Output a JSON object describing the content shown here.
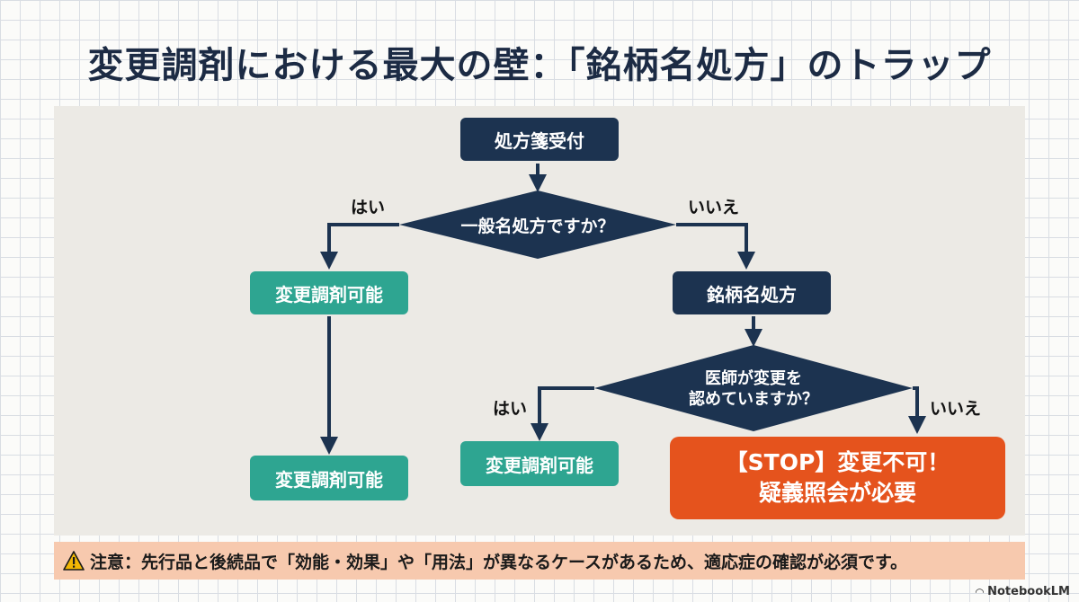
{
  "title": "変更調剤における最大の壁：「銘柄名処方」のトラップ",
  "flow": {
    "start": "処方箋受付",
    "decision1": "一般名処方ですか？",
    "yes1": "はい",
    "no1": "いいえ",
    "yes_result_top": "変更調剤可能",
    "yes_result_bottom": "変更調剤可能",
    "brand": "銘柄名処方",
    "decision2_line1": "医師が変更を",
    "decision2_line2": "認めていますか？",
    "yes2": "はい",
    "no2": "いいえ",
    "yes2_result": "変更調剤可能",
    "stop_line1": "【STOP】変更不可！",
    "stop_line2": "疑義照会が必要"
  },
  "note": "注意：先行品と後続品で「効能・効果」や「用法」が異なるケースがあるため、適応症の確認が必須です。",
  "brand_logo": "NotebookLM",
  "colors": {
    "navy": "#1c3350",
    "teal": "#2ea591",
    "stop_orange": "#e5531d",
    "note_bg": "#f7c9ae",
    "panel_bg": "#eceae5"
  }
}
